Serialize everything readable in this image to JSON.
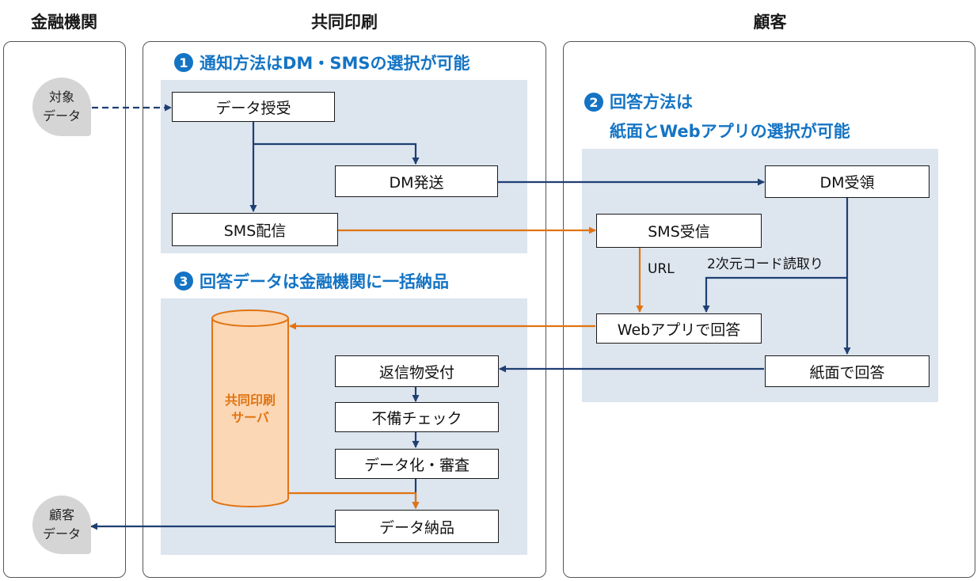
{
  "lanes": {
    "financial": "金融機関",
    "printing": "共同印刷",
    "customer": "顧客"
  },
  "sections": {
    "s1": {
      "number": "1",
      "text": "通知方法はDM・SMSの選択が可能"
    },
    "s2": {
      "number": "2",
      "line1": "回答方法は",
      "line2": "紙面とWebアプリの選択が可能"
    },
    "s3": {
      "number": "3",
      "text": "回答データは金融機関に一括納品"
    }
  },
  "bubbles": {
    "target_data": "対象\nデータ",
    "customer_data": "顧客\nデータ"
  },
  "boxes": {
    "data_receive": "データ授受",
    "dm_send": "DM発送",
    "sms_send": "SMS配信",
    "dm_receive": "DM受領",
    "sms_receive": "SMS受信",
    "web_answer": "Webアプリで回答",
    "paper_answer": "紙面で回答",
    "return_receive": "返信物受付",
    "defect_check": "不備チェック",
    "digitize_review": "データ化・審査",
    "data_delivery": "データ納品"
  },
  "server_label": "共同印刷\nサーバ",
  "edge_labels": {
    "url": "URL",
    "qr_read": "2次元コード読取り"
  },
  "colors": {
    "navy": "#1f3f73",
    "orange": "#e07412",
    "accent_blue": "#1474c4",
    "panel": "#dde5ef",
    "bubble": "#d5d5d5",
    "server_fill": "#fcd7b5"
  }
}
